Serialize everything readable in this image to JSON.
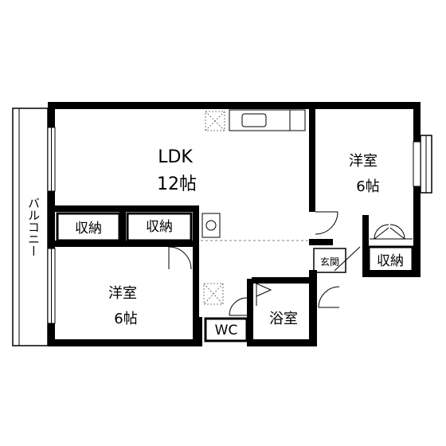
{
  "rooms": {
    "ldk": {
      "name": "LDK",
      "size": "12帖"
    },
    "western_right": {
      "name": "洋室",
      "size": "6帖"
    },
    "western_left": {
      "name": "洋室",
      "size": "6帖"
    },
    "storage_left": "収納",
    "storage_center": "収納",
    "storage_right": "収納",
    "entrance": "玄関",
    "bath": "浴室",
    "wc": "WC",
    "balcony": "バルコニー"
  },
  "colors": {
    "wall": "#000000",
    "line": "#000000",
    "fixture": "#666666",
    "background": "#ffffff"
  }
}
